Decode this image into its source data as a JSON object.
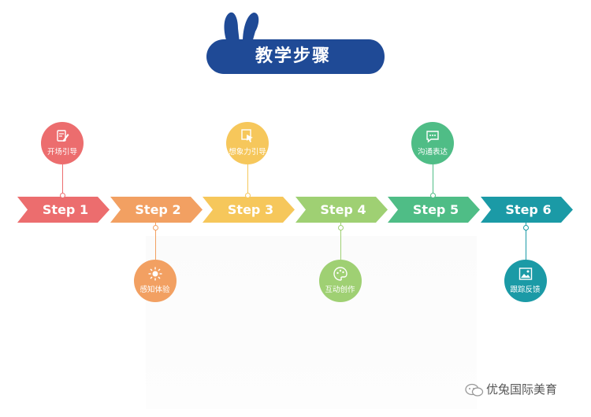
{
  "title": "教学步骤",
  "steps": [
    {
      "label": "Step 1",
      "color": "#ec6d6e",
      "circle_color": "#ec6d6e",
      "text": "开场引导",
      "icon": "edit-icon",
      "position": "above"
    },
    {
      "label": "Step 2",
      "color": "#f2a062",
      "circle_color": "#f2a062",
      "text": "感知体验",
      "icon": "sun-icon",
      "position": "below"
    },
    {
      "label": "Step 3",
      "color": "#f6c75b",
      "circle_color": "#f6c75b",
      "text": "想象力引导",
      "icon": "pointer-icon",
      "position": "above"
    },
    {
      "label": "Step 4",
      "color": "#9fd073",
      "circle_color": "#9fd073",
      "text": "互动创作",
      "icon": "palette-icon",
      "position": "below"
    },
    {
      "label": "Step 5",
      "color": "#4fbd86",
      "circle_color": "#4fbd86",
      "text": "沟通表达",
      "icon": "chat-icon",
      "position": "above"
    },
    {
      "label": "Step 6",
      "color": "#1b9aa6",
      "circle_color": "#1b9aa6",
      "text": "跟踪反馈",
      "icon": "image-icon",
      "position": "below"
    }
  ],
  "banner_color": "#1f4a96",
  "footer": {
    "text": "优兔国际美育",
    "icon": "wechat-icon"
  }
}
